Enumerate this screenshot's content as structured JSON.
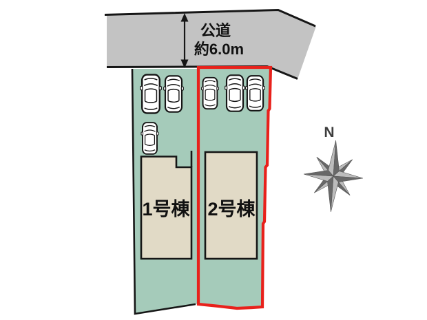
{
  "road": {
    "name_label": "公道",
    "width_label": "約6.0m"
  },
  "plots": [
    {
      "building_label": "1号棟",
      "parked_cars": 3,
      "highlighted": false
    },
    {
      "building_label": "2号棟",
      "parked_cars": 3,
      "highlighted": true
    }
  ],
  "compass": {
    "north_label": "N"
  },
  "colors": {
    "road_gray": "#c3c3c3",
    "plot_green": "#a5cbba",
    "building_beige": "#e1dac6",
    "highlight_red": "#e8211b",
    "outline_black": "#161616",
    "compass_dark": "#686868",
    "compass_light": "#bcbcbc"
  }
}
